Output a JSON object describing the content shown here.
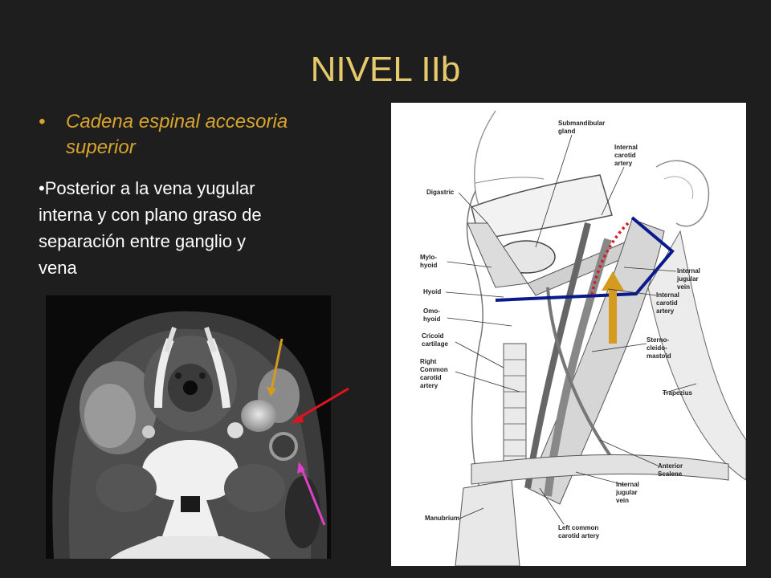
{
  "slide": {
    "title": "NIVEL IIb",
    "bullet_main": {
      "marker": "•",
      "lines": [
        "Cadena espinal accesoria",
        "superior"
      ]
    },
    "bullet_sub": {
      "lines": [
        "•Posterior a la vena yugular",
        "interna y con plano graso de",
        "separación entre ganglio y",
        "vena"
      ]
    }
  },
  "diagram": {
    "labels": {
      "submandibular_gland": [
        "Submandibular",
        "gland"
      ],
      "internal_carotid_artery_top": [
        "Internal",
        "carotid",
        "artery"
      ],
      "digastric": [
        "Digastric"
      ],
      "mylohyoid": [
        "Mylo-",
        "hyoid"
      ],
      "hyoid": [
        "Hyoid"
      ],
      "internal_jugular_vein_top": [
        "Internal",
        "jugular",
        "vein"
      ],
      "internal_carotid_artery_mid": [
        "Internal",
        "carotid",
        "artery"
      ],
      "omohyoid": [
        "Omo-",
        "hyoid"
      ],
      "cricoid_cartilage": [
        "Cricoid",
        "cartilage"
      ],
      "sternocleidomastoid": [
        "Sterno-",
        "cleido-",
        "mastoid"
      ],
      "right_common_carotid_artery": [
        "Right",
        "Common",
        "carotid",
        "artery"
      ],
      "trapezius": [
        "Trapezius"
      ],
      "anterior_scalene": [
        "Anterior",
        "Scalene"
      ],
      "internal_jugular_vein_bottom": [
        "Internal",
        "jugular",
        "vein"
      ],
      "manubrium": [
        "Manubrium"
      ],
      "left_common_carotid_artery": [
        "Left common",
        "carotid artery"
      ]
    }
  },
  "colors": {
    "background": "#1e1e1e",
    "title": "#e6c96a",
    "bullet_main": "#d7a42d",
    "level_outline": "#0a1a8c",
    "posterior_boundary_dotted": "#e0141e",
    "gold_arrow": "#d49b1f",
    "red_arrow": "#e0141e",
    "magenta_arrow": "#e040c8"
  }
}
